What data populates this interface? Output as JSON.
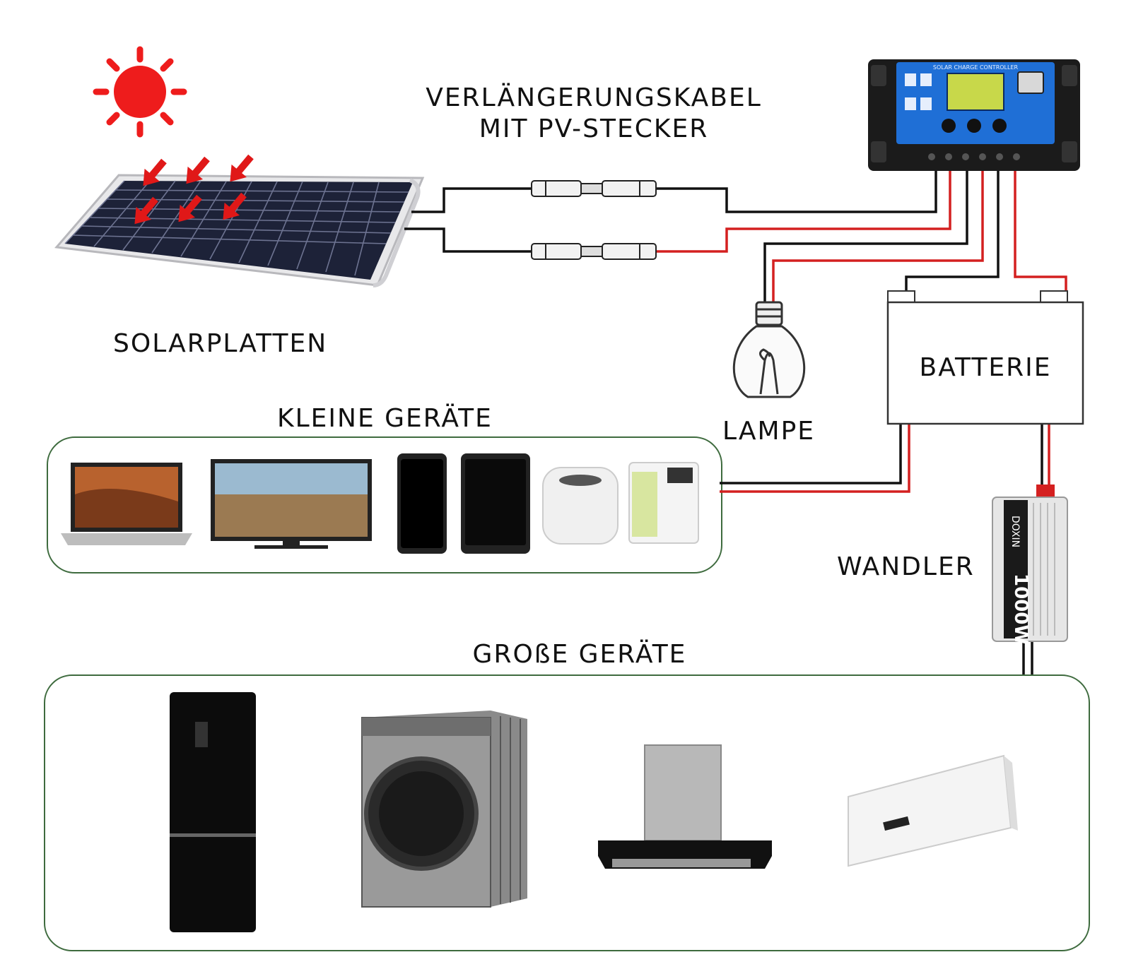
{
  "labels": {
    "cable_line1": "VERLÄNGERUNGSKABEL",
    "cable_line2": "MIT PV-STECKER",
    "solar_panels": "SOLARPLATTEN",
    "small_devices": "KLEINE GERÄTE",
    "lamp": "LAMPE",
    "battery": "BATTERIE",
    "inverter": "WANDLER",
    "large_devices": "GROßE GERÄTE"
  },
  "controller": {
    "title": "SOLAR CHARGE CONTROLLER"
  },
  "inverter_device": {
    "brand": "DOXIN",
    "model": "1000W"
  },
  "colors": {
    "wire_black": "#111111",
    "wire_red": "#d42020",
    "sun": "#ee1c1c",
    "controller_blue": "#1f6fd6",
    "group_border": "#3e6b3e"
  },
  "icons": {
    "sun": "sun-icon",
    "panel": "solar-panel-icon",
    "controller": "charge-controller-icon",
    "lamp": "light-bulb-icon",
    "battery": "battery-icon",
    "inverter": "inverter-icon",
    "small": [
      "laptop-icon",
      "tv-icon",
      "smartphone-icon",
      "tablet-icon",
      "speaker-icon",
      "mini-fridge-icon"
    ],
    "large": [
      "refrigerator-icon",
      "washing-machine-icon",
      "range-hood-icon",
      "air-conditioner-icon"
    ]
  }
}
